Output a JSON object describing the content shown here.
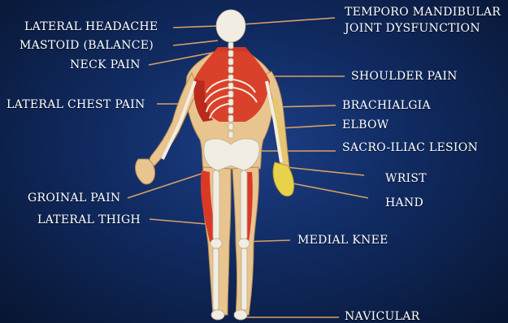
{
  "colors": {
    "background": "#102a60",
    "label_text": "#ffffff",
    "leader_line": "#d9a066",
    "skin": "#e8c48f",
    "bone": "#f2ede2",
    "muscle_red": "#d93a26",
    "joint_yellow": "#e8d24a"
  },
  "labels": {
    "lateral_headache": "LATERAL HEADACHE",
    "mastoid_balance": "MASTOID (BALANCE)",
    "neck_pain": "NECK PAIN",
    "lateral_chest_pain": "LATERAL CHEST PAIN",
    "groinal_pain": "GROINAL PAIN",
    "lateral_thigh": "LATERAL THIGH",
    "tmj_line1": "TEMPORO MANDIBULAR",
    "tmj_line2": "JOINT DYSFUNCTION",
    "shoulder_pain": "SHOULDER PAIN",
    "brachialgia": "BRACHIALGIA",
    "elbow": "ELBOW",
    "sacro_iliac_lesion": "SACRO-ILIAC LESION",
    "wrist": "WRIST",
    "hand": "HAND",
    "medial_knee": "MEDIAL KNEE",
    "navicular": "NAVICULAR"
  }
}
